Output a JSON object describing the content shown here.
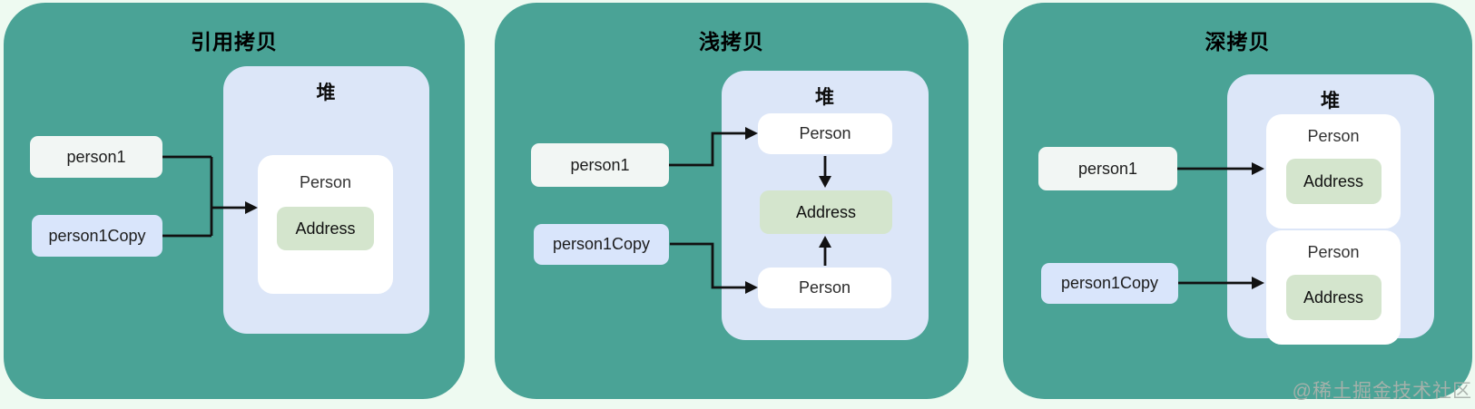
{
  "panels": [
    {
      "title": "引用拷贝",
      "heap_label": "堆",
      "person1_label": "person1",
      "person1copy_label": "person1Copy",
      "person_label": "Person",
      "address_label": "Address"
    },
    {
      "title": "浅拷贝",
      "heap_label": "堆",
      "person1_label": "person1",
      "person1copy_label": "person1Copy",
      "person_top_label": "Person",
      "address_label": "Address",
      "person_bottom_label": "Person"
    },
    {
      "title": "深拷贝",
      "heap_label": "堆",
      "person1_label": "person1",
      "person1copy_label": "person1Copy",
      "person_top_label": "Person",
      "address_top_label": "Address",
      "person_bottom_label": "Person",
      "address_bottom_label": "Address"
    }
  ],
  "watermark": "@稀土掘金技术社区",
  "colors": {
    "panel_teal": "#4aa396",
    "heap_blue": "#dce6f8",
    "variable_box": "#f2f6f4",
    "copy_box": "#d9e5fb",
    "person_box": "#ffffff",
    "address_green": "#d4e5cd",
    "page_background": "#eefaf1",
    "line": "#111111",
    "watermark_gray": "#a9b2ac"
  }
}
